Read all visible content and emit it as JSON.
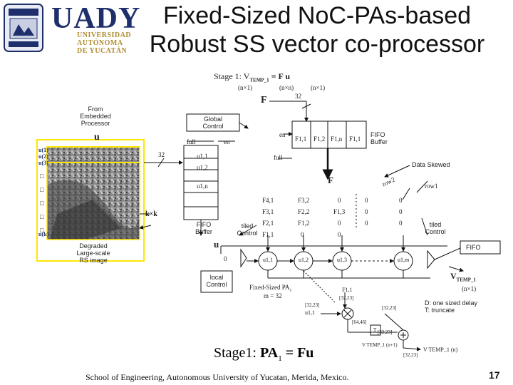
{
  "slide": {
    "title_line1": "Fixed-Sized NoC-PAs-based",
    "title_line2": "Robust SS vector co-processor",
    "footer": "School of Engineering, Autonomous University of Yucatan, Merida, Mexico.",
    "page_number": "17"
  },
  "logo": {
    "word": "UADY",
    "sub1": "UNIVERSIDAD",
    "sub2": "AUTÓNOMA",
    "sub3": "DE YUCATÁN"
  },
  "diagram": {
    "stage_top": "Stage 1: V",
    "stage_top_sub": "TEMP_1",
    "stage_top_eq": "= F  u",
    "dim_v": "(n×1)",
    "dim_f": "(n×n)",
    "dim_u": "(n×1)",
    "bits_32": "32",
    "label_F": "F",
    "from_processor": [
      "From",
      "Embedded",
      "Processor"
    ],
    "label_u": "u",
    "u_labels": [
      "u(1)",
      "u(2)",
      "u(3)"
    ],
    "u_last": "u(k)",
    "global_control": [
      "Global",
      "Control"
    ],
    "full": "full",
    "en": "en",
    "en2": "en",
    "fifo_buffer": [
      "FIFO",
      "Buffer"
    ],
    "fifo_buffer2": [
      "FIFO",
      "Buffer"
    ],
    "fifo": "FIFO",
    "data_skewed": "Data Skewed",
    "row1": "row1",
    "row2": "row2",
    "fifo_cells": [
      "u1,1",
      "u1,2",
      "u1,n"
    ],
    "f_cells_top": [
      "F1,1",
      "F1,2",
      "F1,n"
    ],
    "f_cells_top_left": "F1,1",
    "k_by_k": "k×k",
    "degraded": [
      "Degraded",
      "Large-scale",
      "RS image"
    ],
    "tiled_control1": [
      "tiled",
      "Control"
    ],
    "tiled_control2": [
      "tiled",
      "Control"
    ],
    "local_control": [
      "local",
      "Control"
    ],
    "fixed_pa": "Fixed-Sized PA",
    "fixed_pa_sub": "1",
    "m_eq": "m = 32",
    "pe_labels": [
      "u1,1",
      "u1,2",
      "u1,3",
      "u1,m"
    ],
    "matrix_rows": [
      [
        "F4,1",
        "F3,2",
        "0"
      ],
      [
        "F3,1",
        "F2,2",
        "F1,3"
      ],
      [
        "F2,1",
        "F1,2",
        "0"
      ],
      [
        "F1,1",
        "0",
        "0"
      ]
    ],
    "v_temp": "V",
    "v_temp_sub": "TEMP_1",
    "v_temp_dim": "(n×1)",
    "legend": [
      "D: one sized delay",
      "T: truncate"
    ],
    "detail": {
      "f_label": "F1,1",
      "u_label": "u1,1",
      "b1": "[32,23]",
      "b2": "[32,23]",
      "b3": "[32,23]",
      "b4": "[64,46]",
      "b5": "[32,23]",
      "b6": "[32,23]",
      "t": "T",
      "out": "V TEMP_1 (n)",
      "out2": "V TEMP_1 (n+1)"
    },
    "stage_bottom_prefix": "Stage1: ",
    "stage_bottom_eq_a": "PA",
    "stage_bottom_eq_sub": "1",
    "stage_bottom_eq_b": " = Fu"
  },
  "colors": {
    "logo_blue": "#1f2f6b",
    "logo_gold": "#b08a2e",
    "highlight": "#ffe600"
  }
}
